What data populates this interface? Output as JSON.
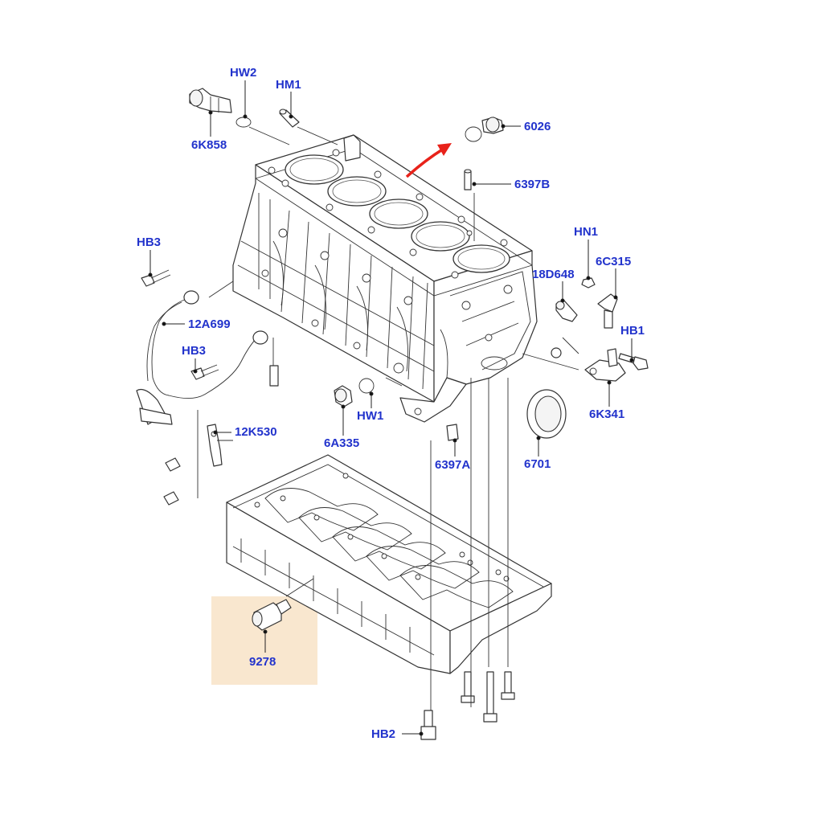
{
  "diagram": {
    "label_color": "#2233cc",
    "arrow_color": "#e8221a",
    "highlight_color": "#f9e7cf",
    "parts": [
      {
        "id": "HW2",
        "label": "HW2"
      },
      {
        "id": "HM1",
        "label": "HM1"
      },
      {
        "id": "6K858",
        "label": "6K858"
      },
      {
        "id": "6026",
        "label": "6026"
      },
      {
        "id": "6397B",
        "label": "6397B"
      },
      {
        "id": "HN1",
        "label": "HN1"
      },
      {
        "id": "6C315",
        "label": "6C315"
      },
      {
        "id": "18D648",
        "label": "18D648"
      },
      {
        "id": "HB1",
        "label": "HB1"
      },
      {
        "id": "6K341",
        "label": "6K341"
      },
      {
        "id": "HB3a",
        "label": "HB3"
      },
      {
        "id": "12A699",
        "label": "12A699"
      },
      {
        "id": "HB3b",
        "label": "HB3"
      },
      {
        "id": "12K530",
        "label": "12K530"
      },
      {
        "id": "6A335",
        "label": "6A335"
      },
      {
        "id": "HW1",
        "label": "HW1"
      },
      {
        "id": "6397A",
        "label": "6397A"
      },
      {
        "id": "6701",
        "label": "6701"
      },
      {
        "id": "9278",
        "label": "9278"
      },
      {
        "id": "HB2",
        "label": "HB2"
      }
    ]
  }
}
